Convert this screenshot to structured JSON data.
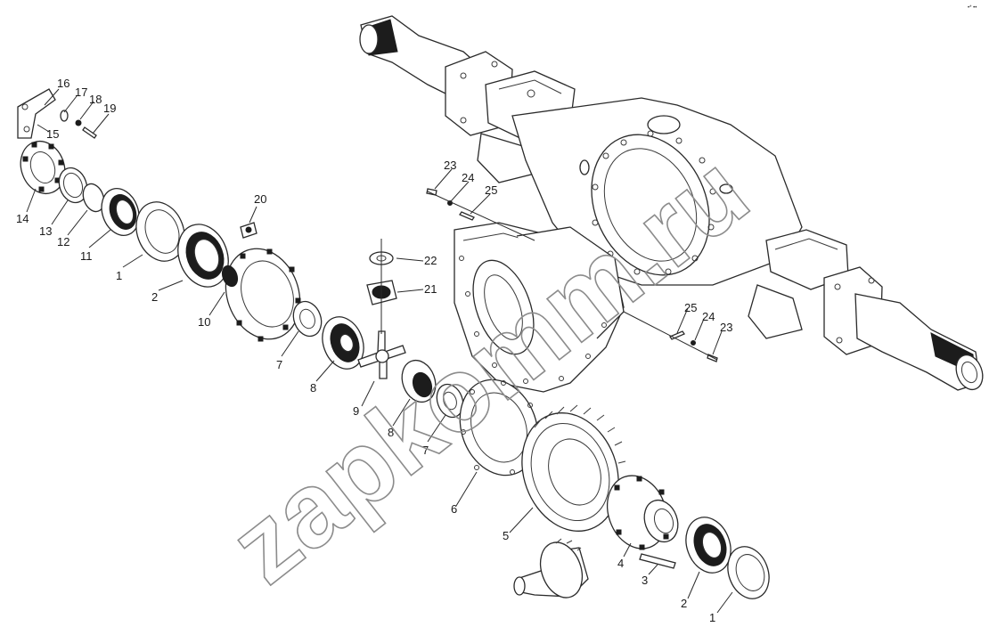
{
  "watermark": "zapkomm.ru",
  "corner_mark": "•* ••",
  "callouts": {
    "c1a": "1",
    "c1b": "1",
    "c2a": "2",
    "c2b": "2",
    "c3": "3",
    "c4": "4",
    "c5": "5",
    "c6": "6",
    "c7a": "7",
    "c7b": "7",
    "c8a": "8",
    "c8b": "8",
    "c9": "9",
    "c10": "10",
    "c11": "11",
    "c12": "12",
    "c13": "13",
    "c14": "14",
    "c15": "15",
    "c16": "16",
    "c17": "17",
    "c18": "18",
    "c19": "19",
    "c20": "20",
    "c21": "21",
    "c22": "22",
    "c23a": "23",
    "c23b": "23",
    "c24a": "24",
    "c24b": "24",
    "c25a": "25",
    "c25b": "25"
  }
}
